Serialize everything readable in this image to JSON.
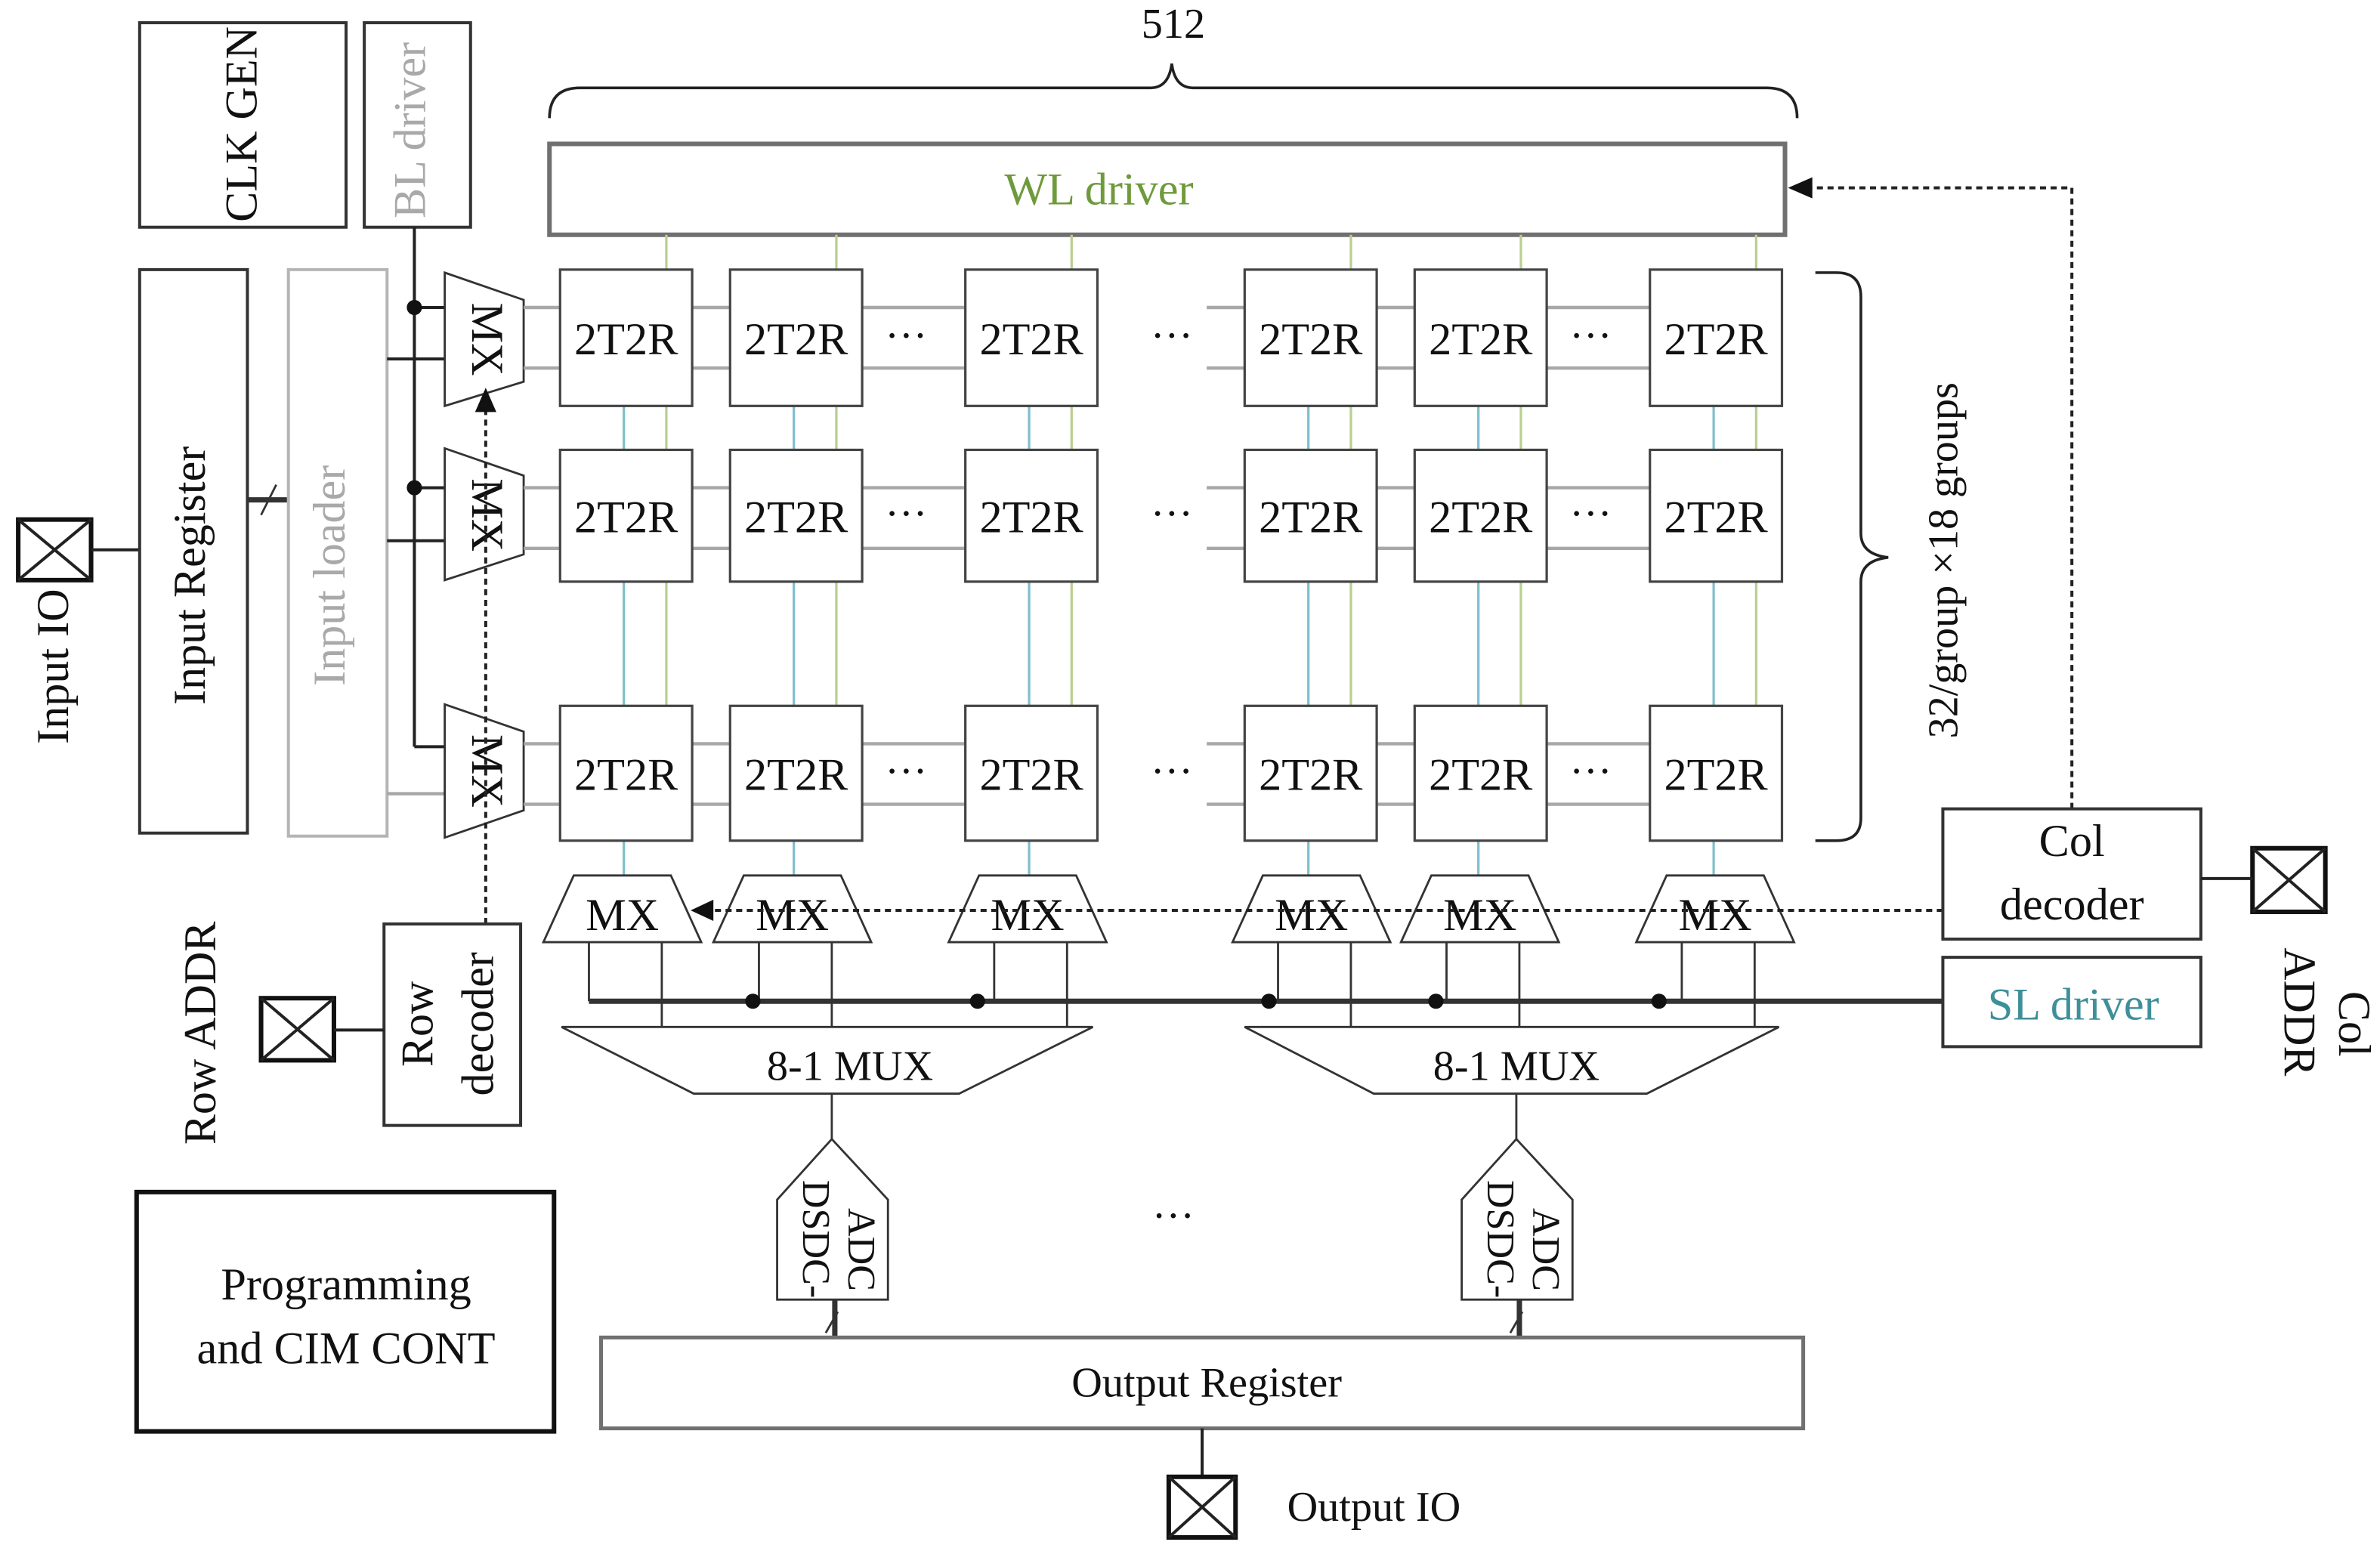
{
  "title": "2T2R CIM macro block diagram",
  "colors": {
    "wl": "#6f9a3c",
    "sl": "#3f8f9a",
    "wl_line": "#b8cf8f",
    "sl_line": "#7fbfcc",
    "light_block": "#b5b5b5"
  },
  "annotations": {
    "columns": "512",
    "groups": "32/group ×18 groups",
    "ellipsis": "···"
  },
  "blocks": {
    "clk_gen": "CLK GEN",
    "bl_driver": "BL driver",
    "input_register": "Input Register",
    "input_loader": "Input loader",
    "wl_driver": "WL driver",
    "sl_driver": "SL driver",
    "col_decoder_line1": "Col",
    "col_decoder_line2": "decoder",
    "row_decoder_line1": "Row",
    "row_decoder_line2": "decoder",
    "programming_line1": "Programming",
    "programming_line2": "and CIM CONT",
    "output_register": "Output Register",
    "mux_8to1": "8-1 MUX",
    "adc_line1": "DSDC-",
    "adc_line2": "ADC",
    "mx": "MX",
    "cell": "2T2R"
  },
  "io": {
    "input_io": "Input IO",
    "row_addr": "Row ADDR",
    "col_addr_line1": "Col",
    "col_addr_line2": "ADDR",
    "output_io": "Output IO"
  },
  "array": {
    "rows_shown": 3,
    "cols_shown": 6
  }
}
